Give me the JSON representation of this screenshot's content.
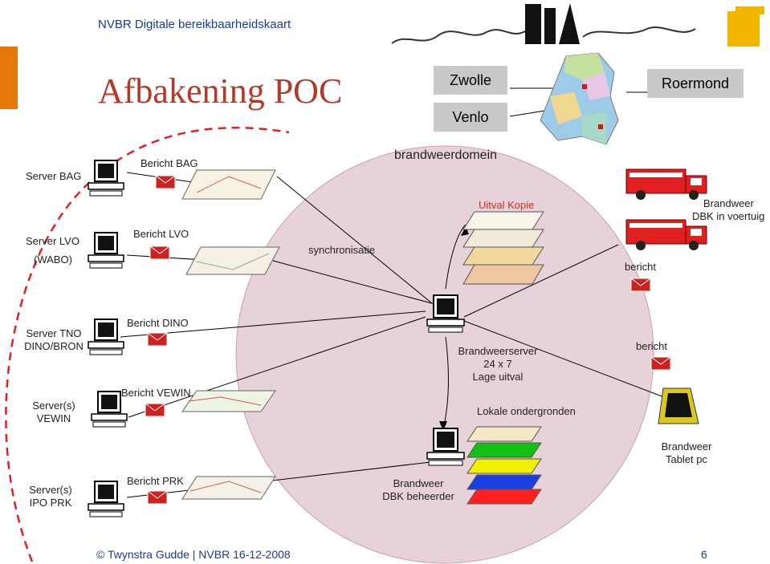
{
  "header": {
    "title": "NVBR Digitale bereikbaarheidskaart"
  },
  "title": "Afbakening POC",
  "cities": {
    "zwolle": "Zwolle",
    "venlo": "Venlo",
    "roermond": "Roermond"
  },
  "domain_label": "brandweerdomein",
  "labels": {
    "server_bag": "Server BAG",
    "bericht_bag": "Bericht BAG",
    "server_lvo": "Server LVO",
    "wabo": "(WABO)",
    "bericht_lvo": "Bericht LVO",
    "synchronisatie": "synchronisatie",
    "uitval_kopie": "Uitval Kopie",
    "brandweer_dbk_voertuig_1": "Brandweer",
    "brandweer_dbk_voertuig_2": "DBK in voertuig",
    "bericht_truck": "bericht",
    "server_tno_1": "Server TNO",
    "server_tno_2": "DINO/BRON",
    "bericht_dino": "Bericht DINO",
    "brandweerserver_1": "Brandweerserver",
    "brandweerserver_2": "24 x 7",
    "brandweerserver_3": "Lage uitval",
    "bericht_tablet": "bericht",
    "server_vewin_1": "Server(s)",
    "server_vewin_2": "VEWIN",
    "bericht_vewin": "Bericht VEWIN",
    "lokale_ondergronden": "Lokale ondergronden",
    "tablet_1": "Brandweer",
    "tablet_2": "Tablet pc",
    "server_prk_1": "Server(s)",
    "server_prk_2": "IPO PRK",
    "bericht_prk": "Bericht PRK",
    "dbk_beheerder_1": "Brandweer",
    "dbk_beheerder_2": "DBK beheerder"
  },
  "footer": {
    "text": "© Twynstra Gudde | NVBR 16-12-2008",
    "page": "6"
  },
  "colors": {
    "accent": "#e8770a",
    "title": "#b23a2a",
    "header": "#1a3a9a",
    "domain_fill": "#e8d2da",
    "dashed_red": "#dd2222",
    "envelope": "#cc2222"
  },
  "layers": [
    "#ff2020",
    "#1a3fe0",
    "#f0f000",
    "#14c014",
    "#f5e8c8"
  ],
  "icons": [
    "computer-icon",
    "envelope-icon",
    "map-layer-icon",
    "fire-truck-icon",
    "tablet-icon",
    "netherlands-map-icon"
  ]
}
